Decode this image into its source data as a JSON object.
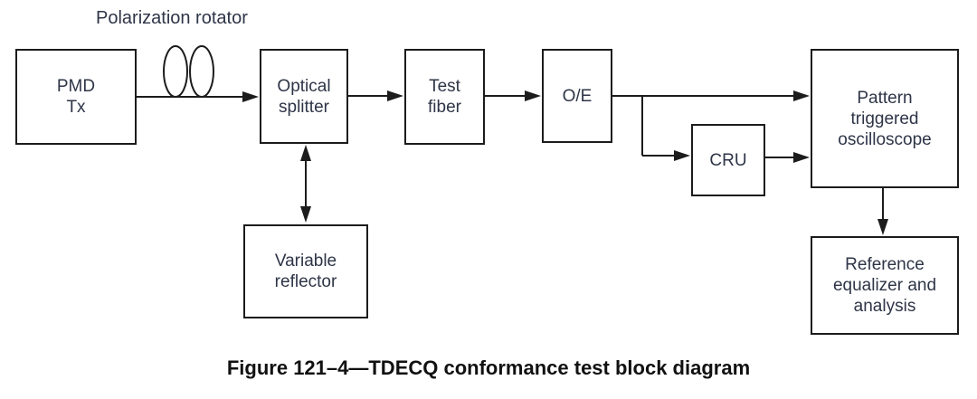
{
  "diagram": {
    "caption": "Figure 121–4—TDECQ conformance test block diagram",
    "rotator_label": "Polarization rotator",
    "nodes": {
      "pmd_tx": "PMD\nTx",
      "optical_splitter": "Optical\nsplitter",
      "test_fiber": "Test\nfiber",
      "oe": "O/E",
      "cru": "CRU",
      "oscilloscope": "Pattern\ntriggered\noscilloscope",
      "variable_reflector": "Variable\nreflector",
      "reference_equalizer": "Reference\nequalizer and\nanalysis"
    },
    "colors": {
      "line": "#1c1c1c",
      "text": "#2e3547",
      "caption": "#111111",
      "background": "#ffffff"
    }
  }
}
